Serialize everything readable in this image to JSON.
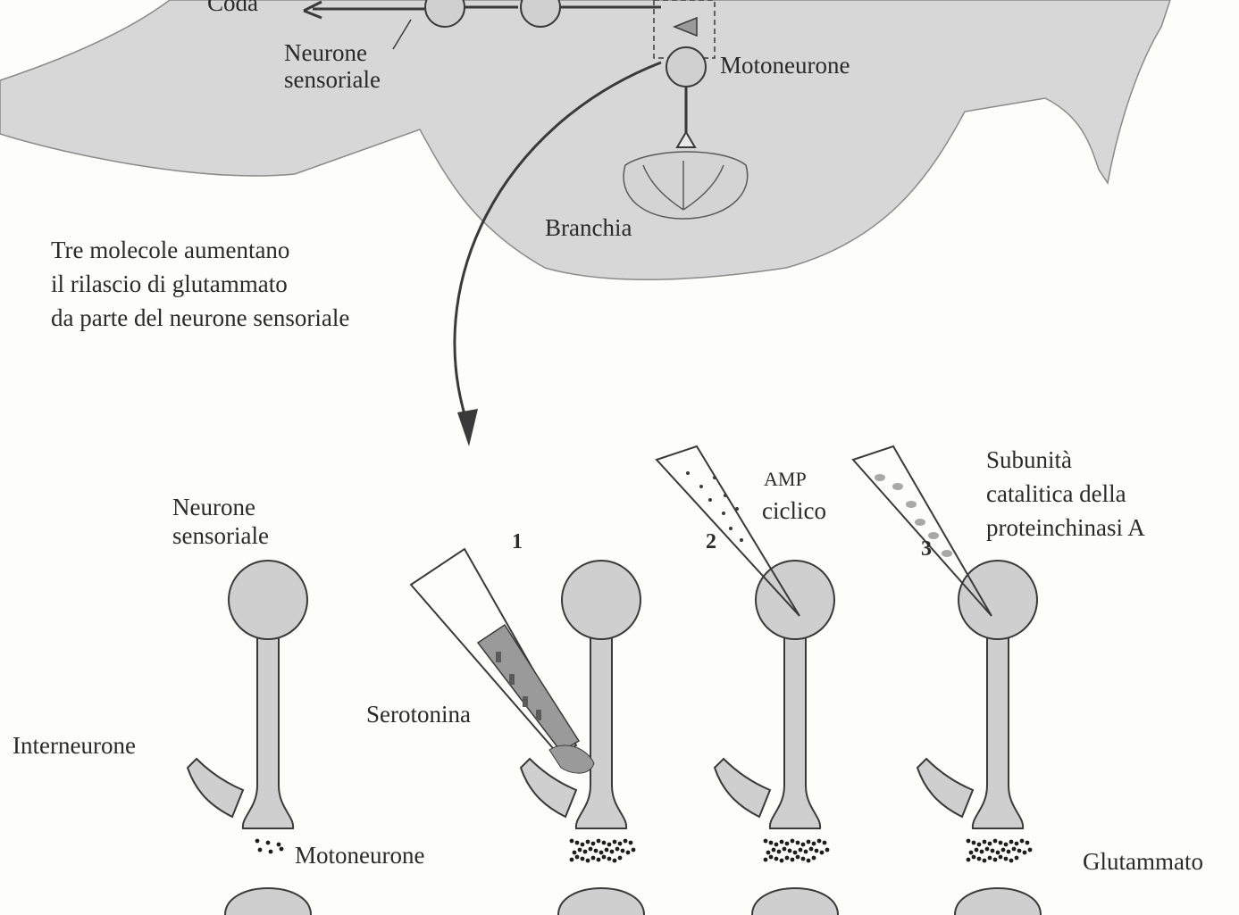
{
  "labels": {
    "coda": "Coda",
    "neurone_sensoriale_top_1": "Neurone",
    "neurone_sensoriale_top_2": "sensoriale",
    "motoneurone_top": "Motoneurone",
    "branchia": "Branchia",
    "caption_1": "Tre molecole aumentano",
    "caption_2": "il rilascio di glutammato",
    "caption_3": "da parte del neurone sensoriale",
    "neurone_sensoriale_bottom_1": "Neurone",
    "neurone_sensoriale_bottom_2": "sensoriale",
    "interneurone": "Interneurone",
    "motoneurone_bottom": "Motoneurone",
    "serotonina": "Serotonina",
    "amp_1": "AMP",
    "amp_2": "ciclico",
    "pka_1": "Subunità",
    "pka_2": "catalitica della",
    "pka_3": "proteinchinasi A",
    "glutammato": "Glutammato",
    "step_1": "1",
    "step_2": "2",
    "step_3": "3"
  },
  "colors": {
    "body_fill": "#d7d7d7",
    "neuron_fill": "#cfcfcf",
    "serotonin_fill": "#9a9a9a",
    "line": "#3a3a3a"
  }
}
